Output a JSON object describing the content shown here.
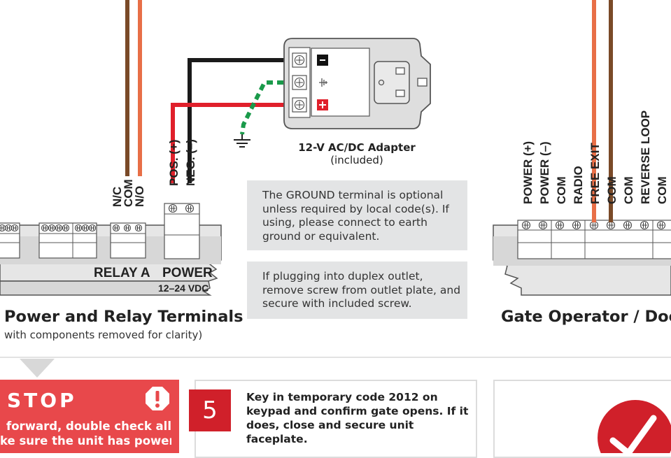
{
  "adapter": {
    "title": "12-V AC/DC Adapter",
    "subtitle": "(included)"
  },
  "wire_labels": {
    "pos": "POS. (+)",
    "neg": "NEG. (–)"
  },
  "relay_terminal_labels": [
    "N/C",
    "COM",
    "N/O"
  ],
  "gate_terminal_labels": [
    "POWER (+)",
    "POWER (–)",
    "COM",
    "RADIO",
    "FREE EXIT",
    "COM",
    "COM",
    "REVERSE LOOP",
    "COM"
  ],
  "board_labels": {
    "relay_a": "RELAY A",
    "power": "POWER",
    "power_range": "12–24 VDC"
  },
  "notes": {
    "ground": "The GROUND terminal is optional unless required by local code(s). If using, please connect to earth ground or equivalent.",
    "outlet": "If plugging into duplex outlet, remove screw from outlet plate, and secure with included screw."
  },
  "sections": {
    "left_title": "Power and Relay Terminals",
    "left_subtitle": "with components removed for clarity)",
    "right_title": "Gate Operator / Door"
  },
  "stop": {
    "title": "STOP",
    "line1": "forward, double check all",
    "line2": "ke sure the unit has power!"
  },
  "step": {
    "number": "5",
    "text": "Key in temporary code 2012 on keypad and confirm gate opens. If it does, close and secure unit faceplate."
  },
  "colors": {
    "brown": "#7a4a28",
    "orange": "#e86f47",
    "black": "#1a1a1a",
    "red": "#e0202b",
    "green": "#1a9a4a",
    "gray_note": "#e3e4e5",
    "stop_red": "#e8484b",
    "step_red": "#d0202a"
  },
  "icons": [
    "ground-symbol-icon",
    "alert-icon",
    "checkmark-icon",
    "outlet-icon"
  ]
}
